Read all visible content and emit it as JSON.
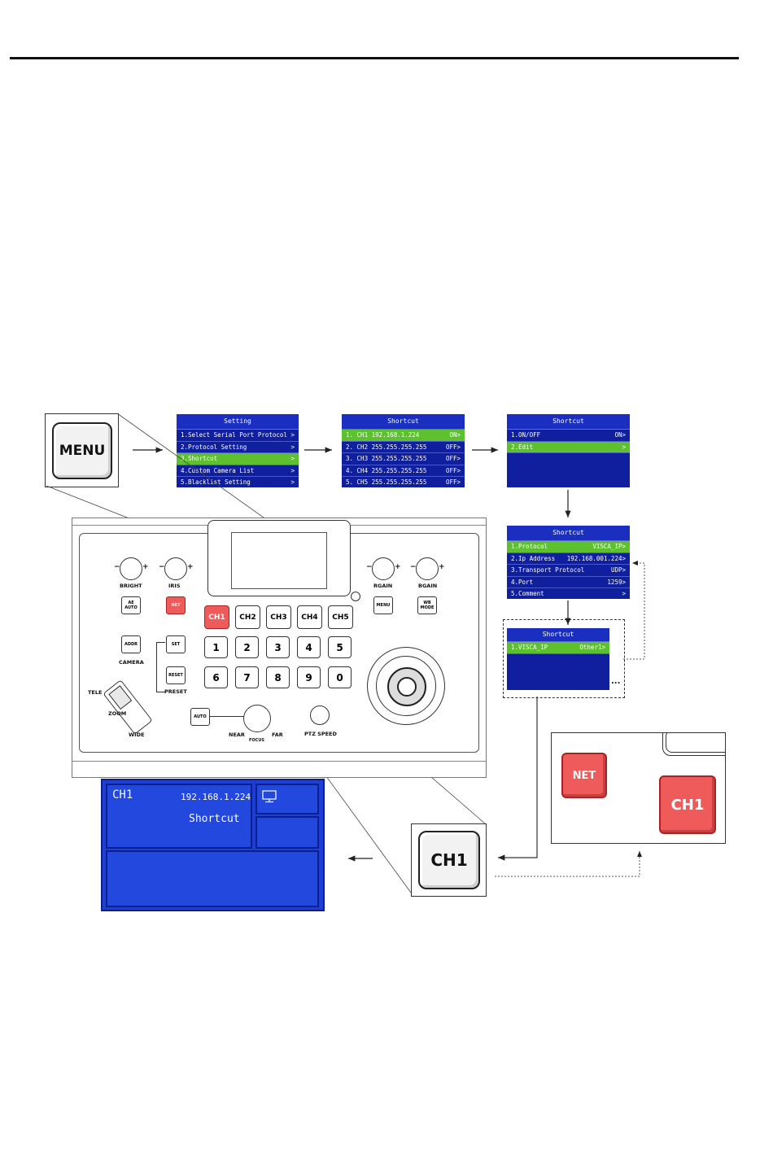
{
  "menu_key": {
    "label": "MENU"
  },
  "ch1_key": {
    "label": "CH1"
  },
  "setting_menu": {
    "title": "Setting",
    "items": [
      {
        "label": "1.Select Serial Port Protocol",
        "arrow": ">"
      },
      {
        "label": "2.Protocol Setting",
        "arrow": ">"
      },
      {
        "label": "3.Shortcut",
        "arrow": ">"
      },
      {
        "label": "4.Custom Camera List",
        "arrow": ">"
      },
      {
        "label": "5.Blacklist Setting",
        "arrow": ">"
      }
    ],
    "selected_index": 2
  },
  "shortcut_list": {
    "title": "Shortcut",
    "items": [
      {
        "label": "1. CH1 192.168.1.224",
        "value": "ON>"
      },
      {
        "label": "2. CH2 255.255.255.255",
        "value": "OFF>"
      },
      {
        "label": "3. CH3 255.255.255.255",
        "value": "OFF>"
      },
      {
        "label": "4. CH4 255.255.255.255",
        "value": "OFF>"
      },
      {
        "label": "5. CH5 255.255.255.255",
        "value": "OFF>"
      }
    ],
    "selected_index": 0
  },
  "shortcut_edit": {
    "title": "Shortcut",
    "items": [
      {
        "label": "1.ON/OFF",
        "value": "ON>"
      },
      {
        "label": "2.Edit",
        "value": ">"
      }
    ],
    "selected_index": 1
  },
  "shortcut_detail": {
    "title": "Shortcut",
    "items": [
      {
        "label": "1.Protocol",
        "value": "VISCA_IP>"
      },
      {
        "label": "2.Ip Address",
        "value": "192.168.001.224>"
      },
      {
        "label": "3.Transport Protocol",
        "value": "UDP>"
      },
      {
        "label": "4.Port",
        "value": "1259>"
      },
      {
        "label": "5.Comment",
        "value": ">"
      }
    ],
    "selected_index": 0
  },
  "protocol_menu": {
    "title": "Shortcut",
    "items": [
      {
        "label": "1.VISCA_IP",
        "value": "Other1>"
      }
    ],
    "selected_index": 0,
    "more": "..."
  },
  "keyboard": {
    "knob_labels": {
      "bright": "BRIGHT",
      "iris": "IRIS",
      "rgain": "RGAIN",
      "bgain": "BGAIN",
      "near": "NEAR",
      "far": "FAR",
      "focus": "FOCUS",
      "ptz_speed": "PTZ SPEED"
    },
    "buttons": {
      "ae_auto": "AE AUTO",
      "net": "NET",
      "menu": "MENU",
      "wb_mode": "WB MODE",
      "addr": "ADDR",
      "set": "SET",
      "reset": "RESET",
      "auto": "AUTO"
    },
    "labels": {
      "camera": "CAMERA",
      "preset": "PRESET",
      "tele": "TELE",
      "zoom": "ZOOM",
      "wide": "WIDE"
    },
    "channels": [
      "CH1",
      "CH2",
      "CH3",
      "CH4",
      "CH5"
    ],
    "numbers_row1": [
      "1",
      "2",
      "3",
      "4",
      "5"
    ],
    "numbers_row2": [
      "6",
      "7",
      "8",
      "9",
      "0"
    ],
    "plus": "+",
    "minus": "−"
  },
  "zoom_detail": {
    "net": "NET",
    "ch1": "CH1"
  },
  "lcd": {
    "channel": "CH1",
    "ip": "192.168.1.224",
    "mode": "Shortcut"
  }
}
